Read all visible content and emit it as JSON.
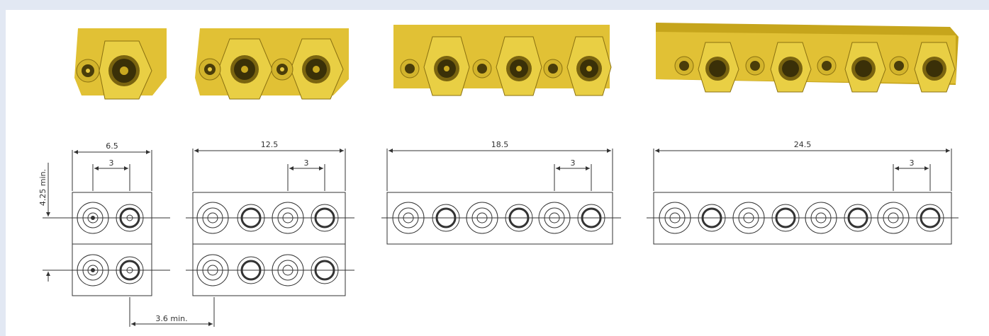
{
  "colors": {
    "background": "#e2e8f3",
    "panel": "#ffffff",
    "gold": "#d8b828",
    "gold_dark": "#8a7010",
    "gold_light": "#f2dc58",
    "line": "#333333"
  },
  "products": [
    {
      "positions": 2,
      "width_label": "6.5"
    },
    {
      "positions": 4,
      "width_label": "12.5"
    },
    {
      "positions": 6,
      "width_label": "18.5"
    },
    {
      "positions": 8,
      "width_label": "24.5"
    }
  ],
  "dims": {
    "pitch": "3",
    "height_min": "4.25 min.",
    "offset_min": "3.6 min."
  }
}
